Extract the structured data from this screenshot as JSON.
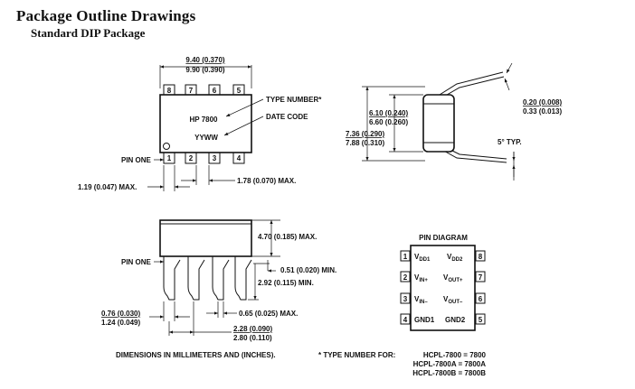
{
  "header": {
    "title": "Package Outline Drawings",
    "subtitle": "Standard DIP Package"
  },
  "top_view": {
    "width_dim": [
      "9.40 (0.370)",
      "9.90 (0.390)"
    ],
    "top_pins": [
      "8",
      "7",
      "6",
      "5"
    ],
    "bottom_pins": [
      "1",
      "2",
      "3",
      "4"
    ],
    "marking_line1": "HP 7800",
    "marking_line2": "YYWW",
    "callout_type": "TYPE NUMBER*",
    "callout_date": "DATE CODE",
    "pin_one_label": "PIN ONE",
    "dim_pin_width": "1.19 (0.047) MAX.",
    "dim_pin_spacing": "1.78 (0.070) MAX."
  },
  "side_view": {
    "dim_body": [
      "6.10 (0.240)",
      "6.60 (0.260)"
    ],
    "dim_span": [
      "7.36 (0.290)",
      "7.88 (0.310)"
    ],
    "dim_lead": [
      "0.20 (0.008)",
      "0.33 (0.013)"
    ],
    "angle": "5° TYP."
  },
  "front_view": {
    "pin_one_label": "PIN ONE",
    "dim_height": "4.70 (0.185) MAX.",
    "dim_standoff": "0.51 (0.020) MIN.",
    "dim_lead_len": "2.92 (0.115) MIN.",
    "dim_shoulder": [
      "0.76 (0.030)",
      "1.24 (0.049)"
    ],
    "dim_lead_w": "0.65 (0.025) MAX.",
    "dim_pitch": [
      "2.28 (0.090)",
      "2.80 (0.110)"
    ]
  },
  "pin_diagram": {
    "title": "PIN DIAGRAM",
    "rows": [
      {
        "left_num": "1",
        "left_base": "V",
        "left_sub": "DD1",
        "right_base": "V",
        "right_sub": "DD2",
        "right_num": "8"
      },
      {
        "left_num": "2",
        "left_base": "V",
        "left_sub": "IN+",
        "right_base": "V",
        "right_sub": "OUT+",
        "right_num": "7"
      },
      {
        "left_num": "3",
        "left_base": "V",
        "left_sub": "IN–",
        "right_base": "V",
        "right_sub": "OUT–",
        "right_num": "6"
      },
      {
        "left_num": "4",
        "left_base": "GND1",
        "left_sub": "",
        "right_base": "GND2",
        "right_sub": "",
        "right_num": "5"
      }
    ]
  },
  "footer": {
    "dimensions_note": "DIMENSIONS IN MILLIMETERS AND (INCHES).",
    "type_note_label": "* TYPE NUMBER FOR:",
    "type_lines": [
      "HCPL-7800 = 7800",
      "HCPL-7800A = 7800A",
      "HCPL-7800B = 7800B"
    ]
  }
}
